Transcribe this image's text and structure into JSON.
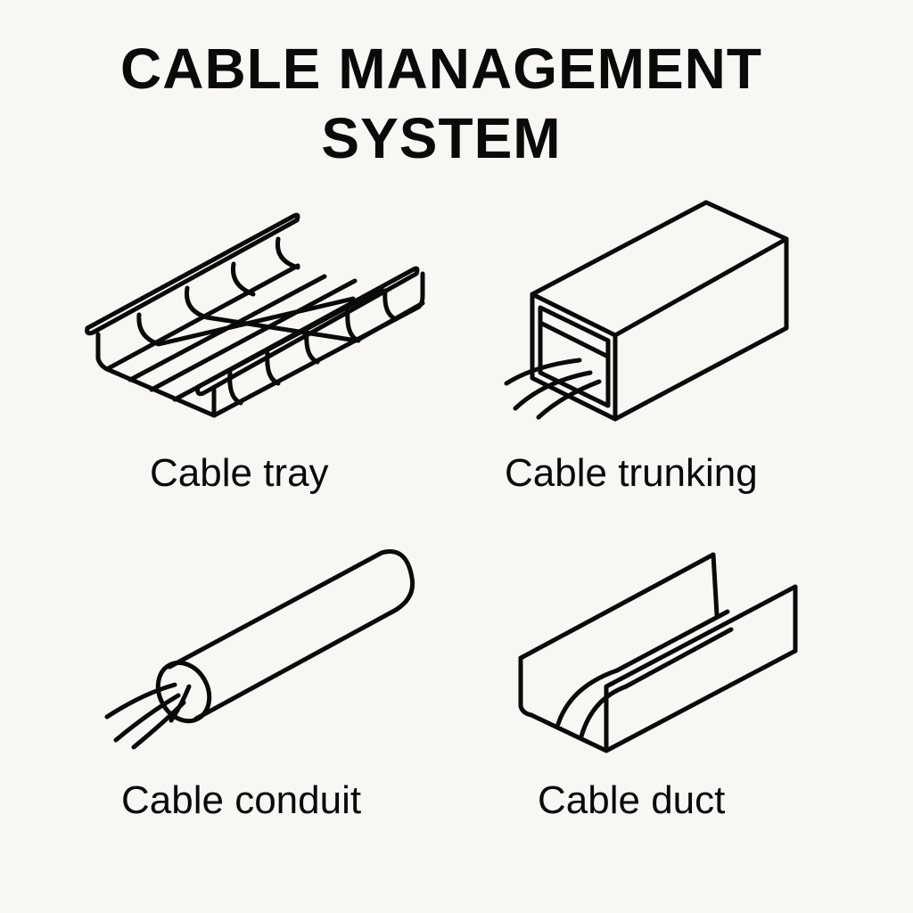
{
  "title": {
    "line1": "CABLE MANAGEMENT",
    "line2": "SYSTEM"
  },
  "items": [
    {
      "label": "Cable tray",
      "icon": "cable-tray-icon"
    },
    {
      "label": "Cable trunking",
      "icon": "cable-trunking-icon"
    },
    {
      "label": "Cable conduit",
      "icon": "cable-conduit-icon"
    },
    {
      "label": "Cable duct",
      "icon": "cable-duct-icon"
    }
  ],
  "colors": {
    "background": "#f8f7f4",
    "ink": "#0a0a0a"
  }
}
